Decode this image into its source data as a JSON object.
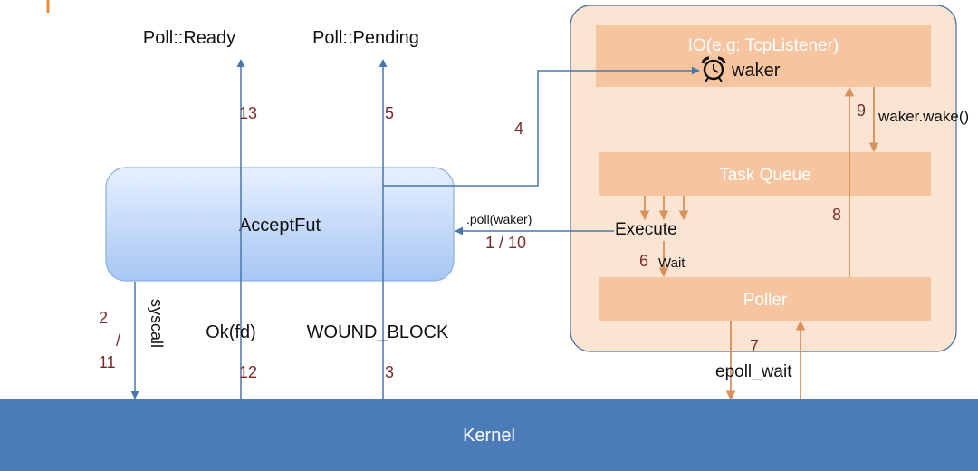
{
  "outputs": {
    "poll_ready": "Poll::Ready",
    "poll_pending": "Poll::Pending"
  },
  "future": {
    "label": "AcceptFut"
  },
  "runtime": {
    "io_label": "IO(e.g: TcpListener)",
    "waker_label": "waker",
    "waker_icon": "alarm-clock-icon",
    "task_queue_label": "Task Queue",
    "poller_label": "Poller",
    "execute_label": "Execute",
    "poll_call_label": ".poll(waker)",
    "wait_label": "Wait",
    "waker_wake_label": "waker.wake()",
    "epoll_wait_label": "epoll_wait"
  },
  "kernel": {
    "label": "Kernel"
  },
  "results": {
    "syscall_label": "syscall",
    "ok_label": "Ok(fd)",
    "would_block_label": "WOUND_BLOCK"
  },
  "steps": {
    "s1_10": "1 / 10",
    "s2": "2",
    "s_slash": "/",
    "s11": "11",
    "s3": "3",
    "s4": "4",
    "s5": "5",
    "s6": "6",
    "s7": "7",
    "s8": "8",
    "s9": "9",
    "s12": "12",
    "s13": "13"
  },
  "colors": {
    "arrow": "#4a76ac",
    "arrow_orange": "#d9905a",
    "step_number": "#7a2a2a",
    "kernel_bg": "#4b7cb8",
    "runtime_panel": "#fce4d2",
    "runtime_box": "#f6c59f",
    "future_top": "#e3efff",
    "future_bottom": "#a9c9f6"
  }
}
